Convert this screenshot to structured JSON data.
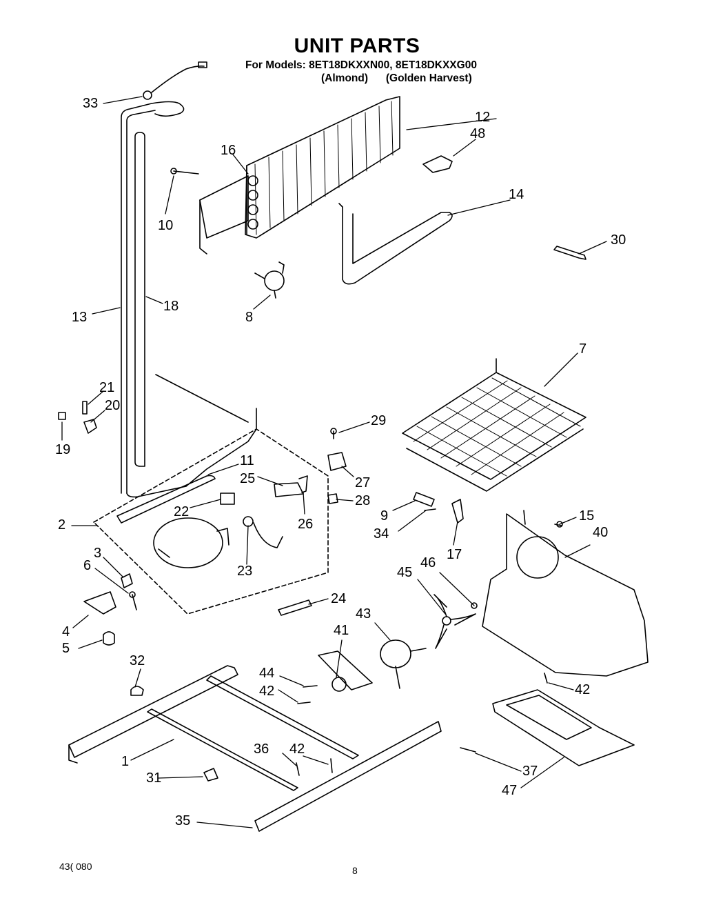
{
  "header": {
    "title": "UNIT PARTS",
    "models_line": "For Models: 8ET18DKXXN00, 8ET18DKXXG00",
    "variants_line": "(Almond)      (Golden Harvest)"
  },
  "callouts": [
    {
      "id": "c33",
      "text": "33"
    },
    {
      "id": "c12",
      "text": "12"
    },
    {
      "id": "c48",
      "text": "48"
    },
    {
      "id": "c16",
      "text": "16"
    },
    {
      "id": "c10",
      "text": "10"
    },
    {
      "id": "c14",
      "text": "14"
    },
    {
      "id": "c30",
      "text": "30"
    },
    {
      "id": "c13",
      "text": "13"
    },
    {
      "id": "c18",
      "text": "18"
    },
    {
      "id": "c8",
      "text": "8"
    },
    {
      "id": "c7",
      "text": "7"
    },
    {
      "id": "c21",
      "text": "21"
    },
    {
      "id": "c20",
      "text": "20"
    },
    {
      "id": "c19",
      "text": "19"
    },
    {
      "id": "c29",
      "text": "29"
    },
    {
      "id": "c11",
      "text": "11"
    },
    {
      "id": "c25",
      "text": "25"
    },
    {
      "id": "c27",
      "text": "27"
    },
    {
      "id": "c22",
      "text": "22"
    },
    {
      "id": "c28",
      "text": "28"
    },
    {
      "id": "c2",
      "text": "2"
    },
    {
      "id": "c26",
      "text": "26"
    },
    {
      "id": "c9",
      "text": "9"
    },
    {
      "id": "c15",
      "text": "15"
    },
    {
      "id": "c34",
      "text": "34"
    },
    {
      "id": "c40",
      "text": "40"
    },
    {
      "id": "c3",
      "text": "3"
    },
    {
      "id": "c6",
      "text": "6"
    },
    {
      "id": "c23",
      "text": "23"
    },
    {
      "id": "c17",
      "text": "17"
    },
    {
      "id": "c45",
      "text": "45"
    },
    {
      "id": "c46",
      "text": "46"
    },
    {
      "id": "c24",
      "text": "24"
    },
    {
      "id": "c4",
      "text": "4"
    },
    {
      "id": "c43",
      "text": "43"
    },
    {
      "id": "c41",
      "text": "41"
    },
    {
      "id": "c5",
      "text": "5"
    },
    {
      "id": "c32",
      "text": "32"
    },
    {
      "id": "c44",
      "text": "44"
    },
    {
      "id": "c42a",
      "text": "42"
    },
    {
      "id": "c42b",
      "text": "42"
    },
    {
      "id": "c1",
      "text": "1"
    },
    {
      "id": "c36",
      "text": "36"
    },
    {
      "id": "c42c",
      "text": "42"
    },
    {
      "id": "c37",
      "text": "37"
    },
    {
      "id": "c31",
      "text": "31"
    },
    {
      "id": "c47",
      "text": "47"
    },
    {
      "id": "c35",
      "text": "35"
    }
  ],
  "footer": {
    "code": "43(   080",
    "page": "8"
  }
}
